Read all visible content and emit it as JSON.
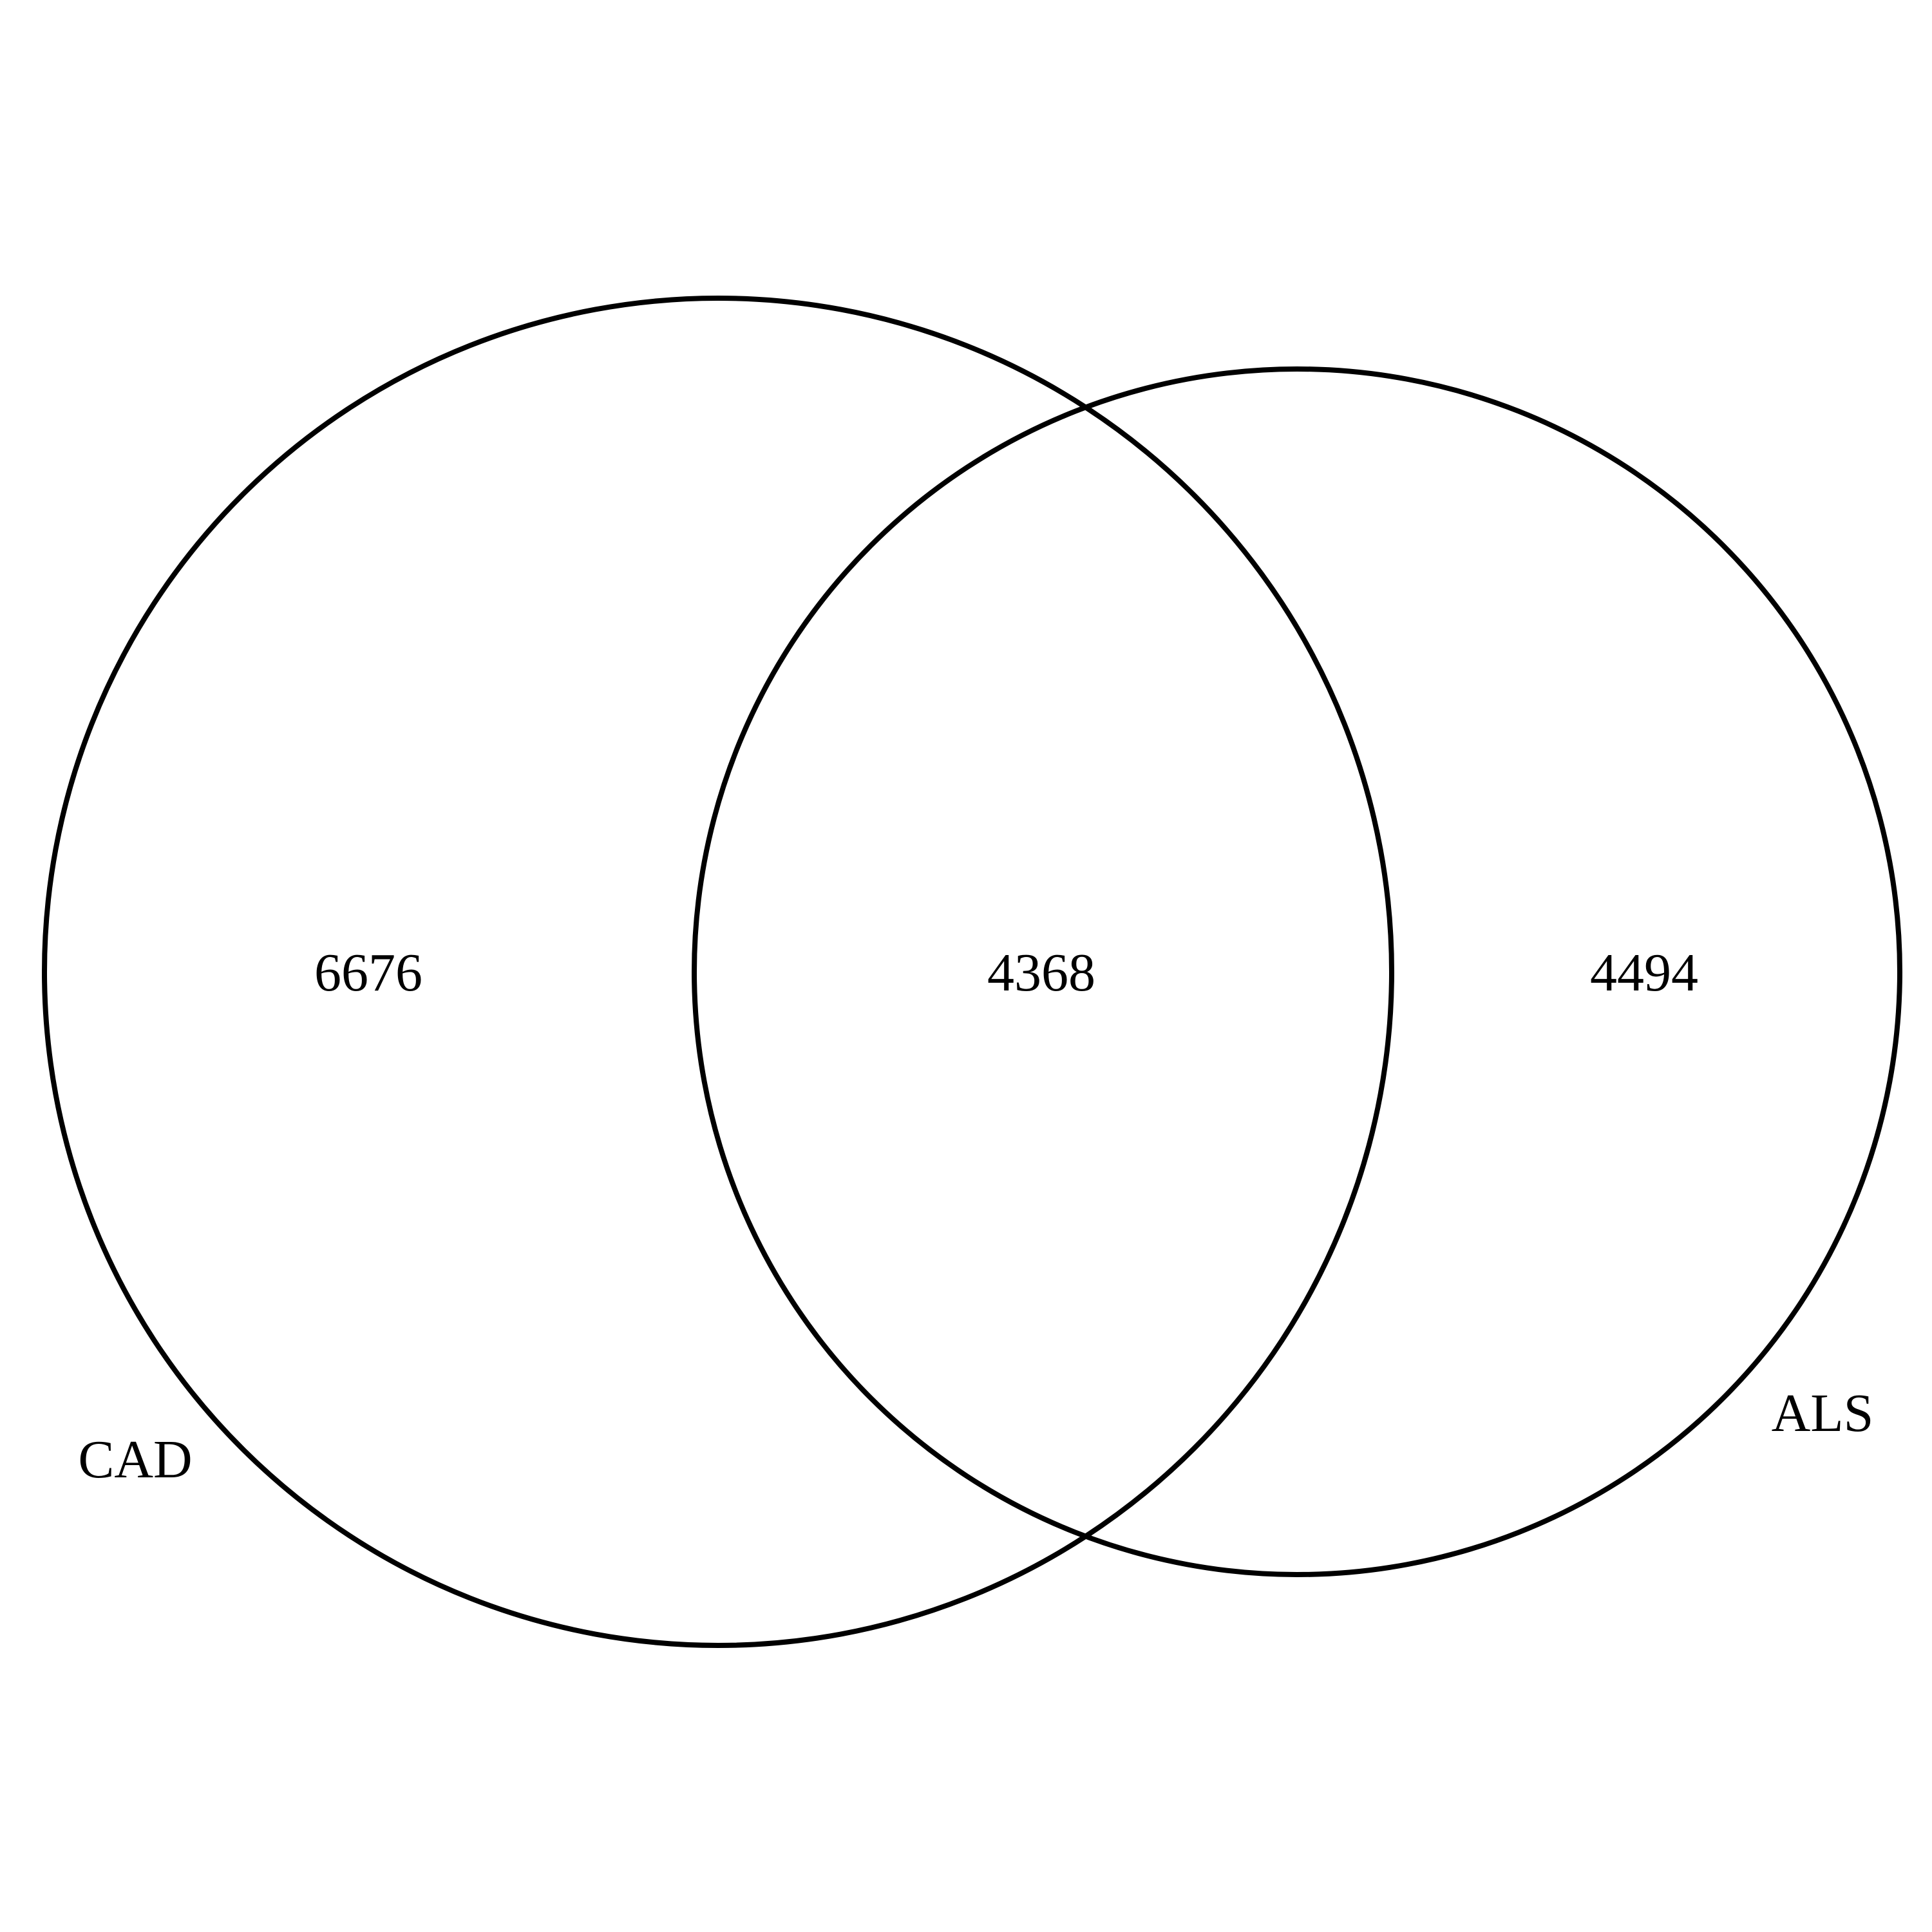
{
  "diagram": {
    "type": "venn",
    "sets": [
      {
        "key": "cad",
        "name": "CAD"
      },
      {
        "key": "als",
        "name": "ALS"
      }
    ],
    "regions": {
      "cad_only": "6676",
      "intersection": "4368",
      "als_only": "4494"
    },
    "colors": {
      "stroke": "#000000",
      "background": "#ffffff"
    }
  }
}
